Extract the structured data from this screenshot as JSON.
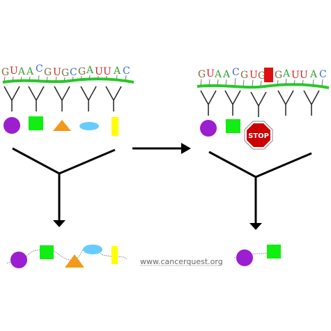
{
  "left_panel": {
    "sequence": [
      {
        "base": "G",
        "color": "#7f6a3a"
      },
      {
        "base": "U",
        "color": "#d02020"
      },
      {
        "base": "A",
        "color": "#3aa03a"
      },
      {
        "base": "A",
        "color": "#3aa03a"
      },
      {
        "base": "C",
        "color": "#2a6ad0"
      },
      {
        "base": "G",
        "color": "#7f6a3a"
      },
      {
        "base": "U",
        "color": "#d02020"
      },
      {
        "base": "G",
        "color": "#7f6a3a"
      },
      {
        "base": "C",
        "color": "#2a6ad0"
      },
      {
        "base": "G",
        "color": "#7f6a3a"
      },
      {
        "base": "A",
        "color": "#3aa03a"
      },
      {
        "base": "U",
        "color": "#d02020"
      },
      {
        "base": "U",
        "color": "#d02020"
      },
      {
        "base": "A",
        "color": "#3aa03a"
      },
      {
        "base": "C",
        "color": "#2a6ad0"
      }
    ],
    "amino_acids": [
      "purple-circle",
      "green-square",
      "orange-triangle",
      "blue-ellipse",
      "yellow-bar"
    ]
  },
  "right_panel": {
    "sequence": [
      {
        "base": "G",
        "color": "#7f6a3a"
      },
      {
        "base": "U",
        "color": "#d02020"
      },
      {
        "base": "A",
        "color": "#3aa03a"
      },
      {
        "base": "A",
        "color": "#3aa03a"
      },
      {
        "base": "C",
        "color": "#2a6ad0"
      },
      {
        "base": "G",
        "color": "#7f6a3a"
      },
      {
        "base": "U",
        "color": "#d02020"
      },
      {
        "base": "G",
        "color": "#7f6a3a"
      },
      {
        "base": "",
        "color": "#e01010"
      },
      {
        "base": "G",
        "color": "#7f6a3a"
      },
      {
        "base": "A",
        "color": "#3aa03a"
      },
      {
        "base": "U",
        "color": "#d02020"
      },
      {
        "base": "U",
        "color": "#d02020"
      },
      {
        "base": "A",
        "color": "#3aa03a"
      },
      {
        "base": "C",
        "color": "#2a6ad0"
      }
    ],
    "amino_acids": [
      "purple-circle",
      "green-square"
    ],
    "stop_sign": "STOP"
  },
  "credit": "www.cancerquest.org",
  "colors": {
    "backbone": "#22cc22",
    "purple": "#9b1ed0",
    "green": "#11ee11",
    "orange": "#f39a1a",
    "blue": "#66ccff",
    "yellow": "#ffff00",
    "mutation": "#e01010",
    "stop_red": "#cc0000"
  }
}
